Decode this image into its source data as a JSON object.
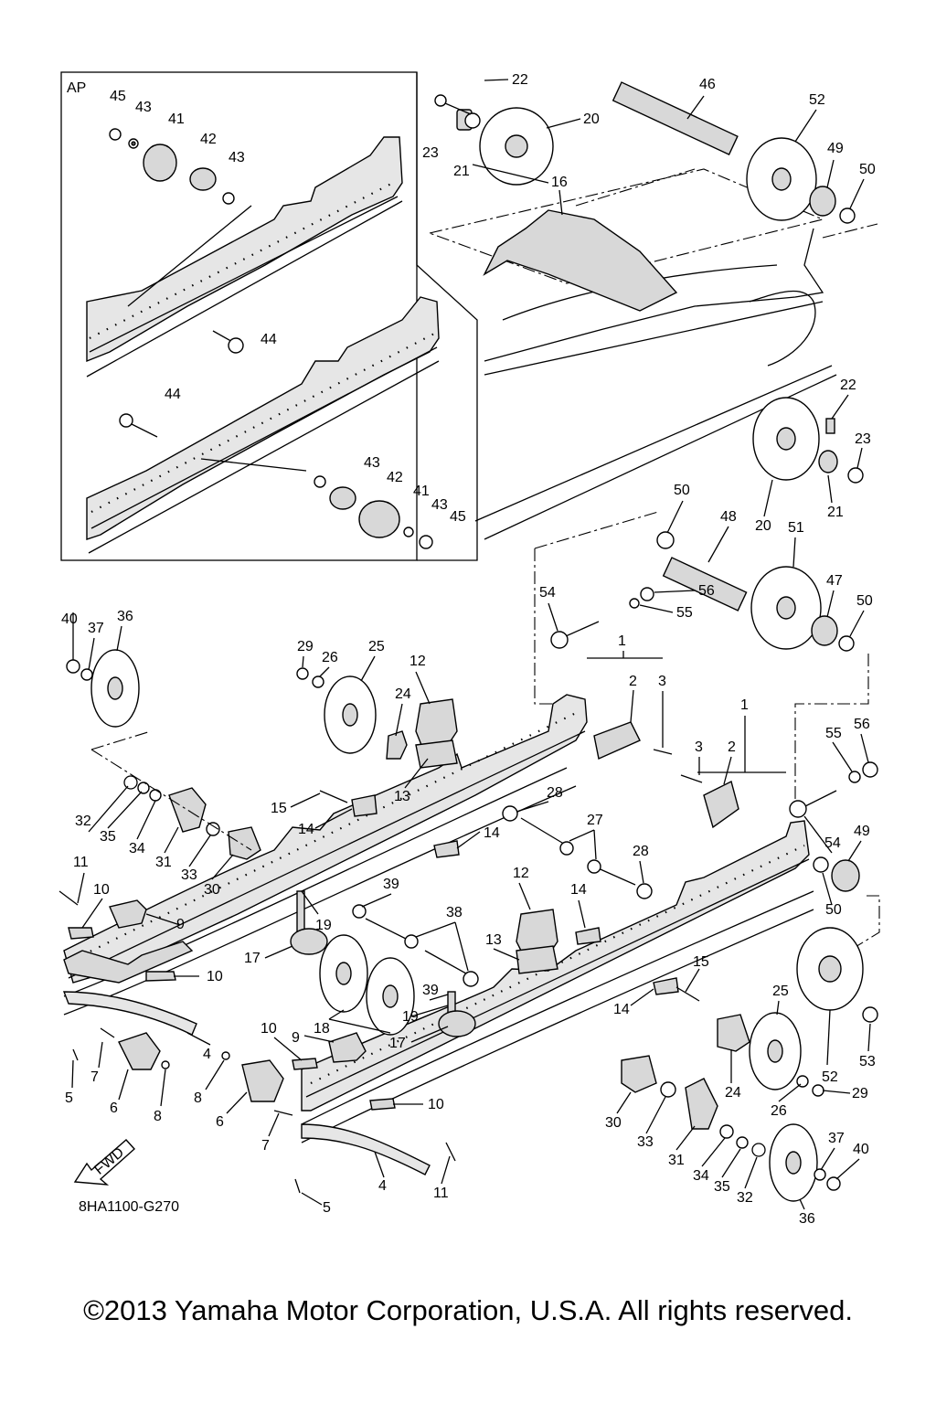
{
  "inset_label": "AP",
  "diagram_code": "8HA1100-G270",
  "fwd_label": "FWD",
  "copyright": "©2013 Yamaha Motor Corporation, U.S.A. All rights reserved.",
  "callouts": {
    "ap45": "45",
    "ap43a": "43",
    "ap41": "41",
    "ap42": "42",
    "ap43b": "43",
    "ap44a": "44",
    "ap44b": "44",
    "ap43c": "43",
    "ap42b": "42",
    "ap41b": "41",
    "ap43d": "43",
    "ap45b": "45",
    "c22a": "22",
    "c23a": "23",
    "c21a": "21",
    "c20a": "20",
    "c46": "46",
    "c52a": "52",
    "c49a": "49",
    "c50a": "50",
    "c16": "16",
    "c22b": "22",
    "c23b": "23",
    "c21b": "21",
    "c20b": "20",
    "c50b": "50",
    "c48": "48",
    "c51": "51",
    "c47": "47",
    "c50c": "50",
    "c54a": "54",
    "c56a": "56",
    "c55a": "55",
    "c40a": "40",
    "c37a": "37",
    "c36a": "36",
    "c29a": "29",
    "c26a": "26",
    "c25a": "25",
    "c12a": "12",
    "c24a": "24",
    "c1a": "1",
    "c2a": "2",
    "c3a": "3",
    "c1b": "1",
    "c3b": "3",
    "c2b": "2",
    "c55b": "55",
    "c56b": "56",
    "c13a": "13",
    "c15a": "15",
    "c14a": "14",
    "c28a": "28",
    "c14b": "14",
    "c27": "27",
    "c54b": "54",
    "c49b": "49",
    "c32a": "32",
    "c35a": "35",
    "c34a": "34",
    "c31a": "31",
    "c33a": "33",
    "c30a": "30",
    "c11a": "11",
    "c10a": "10",
    "c9a": "9",
    "c19a": "19",
    "c39a": "39",
    "c28b": "28",
    "c50d": "50",
    "c12b": "12",
    "c14c": "14",
    "c38": "38",
    "c13b": "13",
    "c17a": "17",
    "c10b": "10",
    "c18": "18",
    "c39b": "39",
    "c19b": "19",
    "c17b": "17",
    "c15b": "15",
    "c14d": "14",
    "c25b": "25",
    "c53": "53",
    "c52b": "52",
    "c7a": "7",
    "c5a": "5",
    "c6a": "6",
    "c8a": "8",
    "c4a": "4",
    "c10c": "10",
    "c9b": "9",
    "c8b": "8",
    "c6b": "6",
    "c7b": "7",
    "c10d": "10",
    "c24b": "24",
    "c29b": "29",
    "c26b": "26",
    "c30b": "30",
    "c33b": "33",
    "c31b": "31",
    "c34b": "34",
    "c35b": "35",
    "c32b": "32",
    "c37b": "37",
    "c40b": "40",
    "c36b": "36",
    "c4b": "4",
    "c11b": "11",
    "c5b": "5"
  }
}
